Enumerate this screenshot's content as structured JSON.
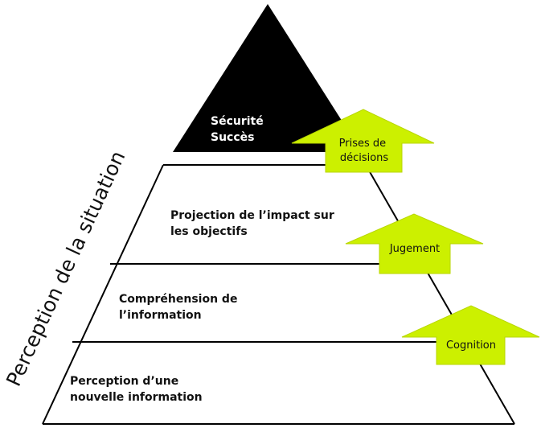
{
  "diagram": {
    "side_label": "Perception de la situation",
    "top": {
      "line1": "Sécurité",
      "line2": "Succès",
      "fill": "#000000"
    },
    "levels": [
      {
        "line1": "Projection de l’impact sur",
        "line2": "les objectifs"
      },
      {
        "line1": "Compréhension de",
        "line2": "l’information"
      },
      {
        "line1": "Perception d’une",
        "line2": "nouvelle information"
      }
    ],
    "arrows": [
      {
        "line1": "Prises de",
        "line2": "décisions"
      },
      {
        "line1": "Jugement"
      },
      {
        "line1": "Cognition"
      }
    ],
    "colors": {
      "arrow": "#ccf000",
      "line": "#000000"
    }
  }
}
